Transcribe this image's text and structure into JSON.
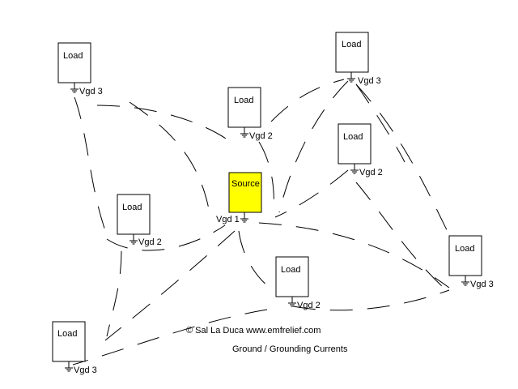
{
  "nodes": [
    {
      "id": "load-top-left",
      "label": "Load",
      "ground": "Vgd 3",
      "fill": "#ffffff"
    },
    {
      "id": "load-top-right",
      "label": "Load",
      "ground": "Vgd 3",
      "fill": "#ffffff"
    },
    {
      "id": "load-mid-top",
      "label": "Load",
      "ground": "Vgd 2",
      "fill": "#ffffff"
    },
    {
      "id": "load-right-mid",
      "label": "Load",
      "ground": "Vgd 2",
      "fill": "#ffffff"
    },
    {
      "id": "source",
      "label": "Source",
      "ground": "Vgd 1",
      "fill": "#ffff00"
    },
    {
      "id": "load-left-mid",
      "label": "Load",
      "ground": "Vgd 2",
      "fill": "#ffffff"
    },
    {
      "id": "load-far-right",
      "label": "Load",
      "ground": "Vgd 3",
      "fill": "#ffffff"
    },
    {
      "id": "load-bottom-center",
      "label": "Load",
      "ground": "Vgd 2",
      "fill": "#ffffff"
    },
    {
      "id": "load-bottom-left",
      "label": "Load",
      "ground": "Vgd 3",
      "fill": "#ffffff"
    }
  ],
  "credit": "© Sal La Duca www.emfrelief.com",
  "caption": "Ground / Grounding Currents"
}
